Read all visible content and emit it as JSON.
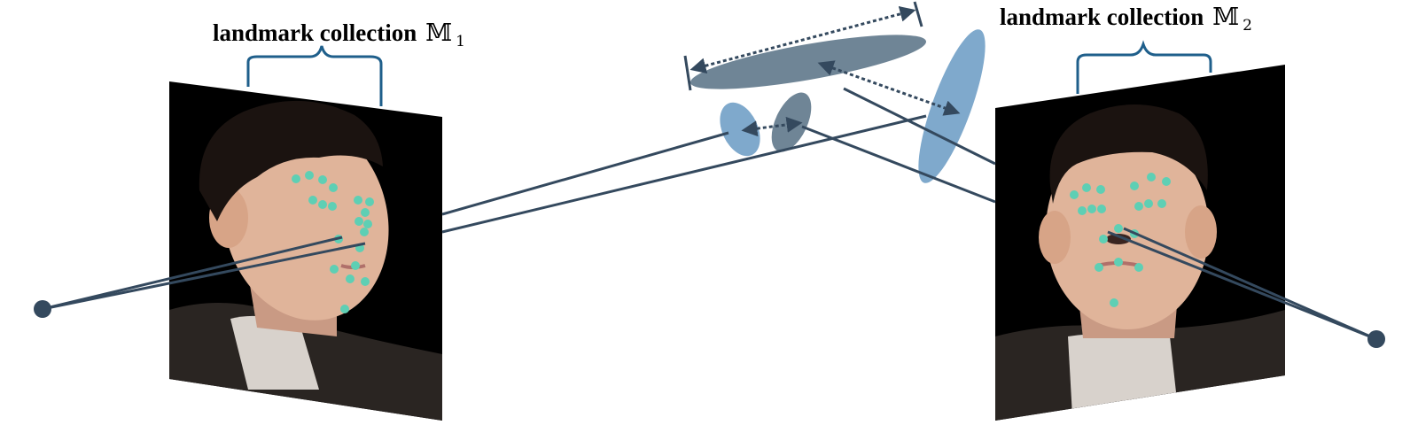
{
  "labels": {
    "left_title": "landmark collection",
    "left_symbol": "𝕄",
    "left_subscript": "1",
    "right_title": "landmark collection",
    "right_symbol": "𝕄",
    "right_subscript": "2"
  },
  "colors": {
    "line": "#34495e",
    "brace": "#1f5f8b",
    "ellipse_blue": "#7fa9cc",
    "ellipse_gray": "#6f8596",
    "landmark": "#5ecfb4",
    "photo_bg": "#000000",
    "skin": "#e0b49a",
    "hair": "#1b1310",
    "shirt": "#2a2522"
  },
  "figures": {
    "left_photo": "face-photo-left-view",
    "right_photo": "face-photo-frontal-view"
  }
}
